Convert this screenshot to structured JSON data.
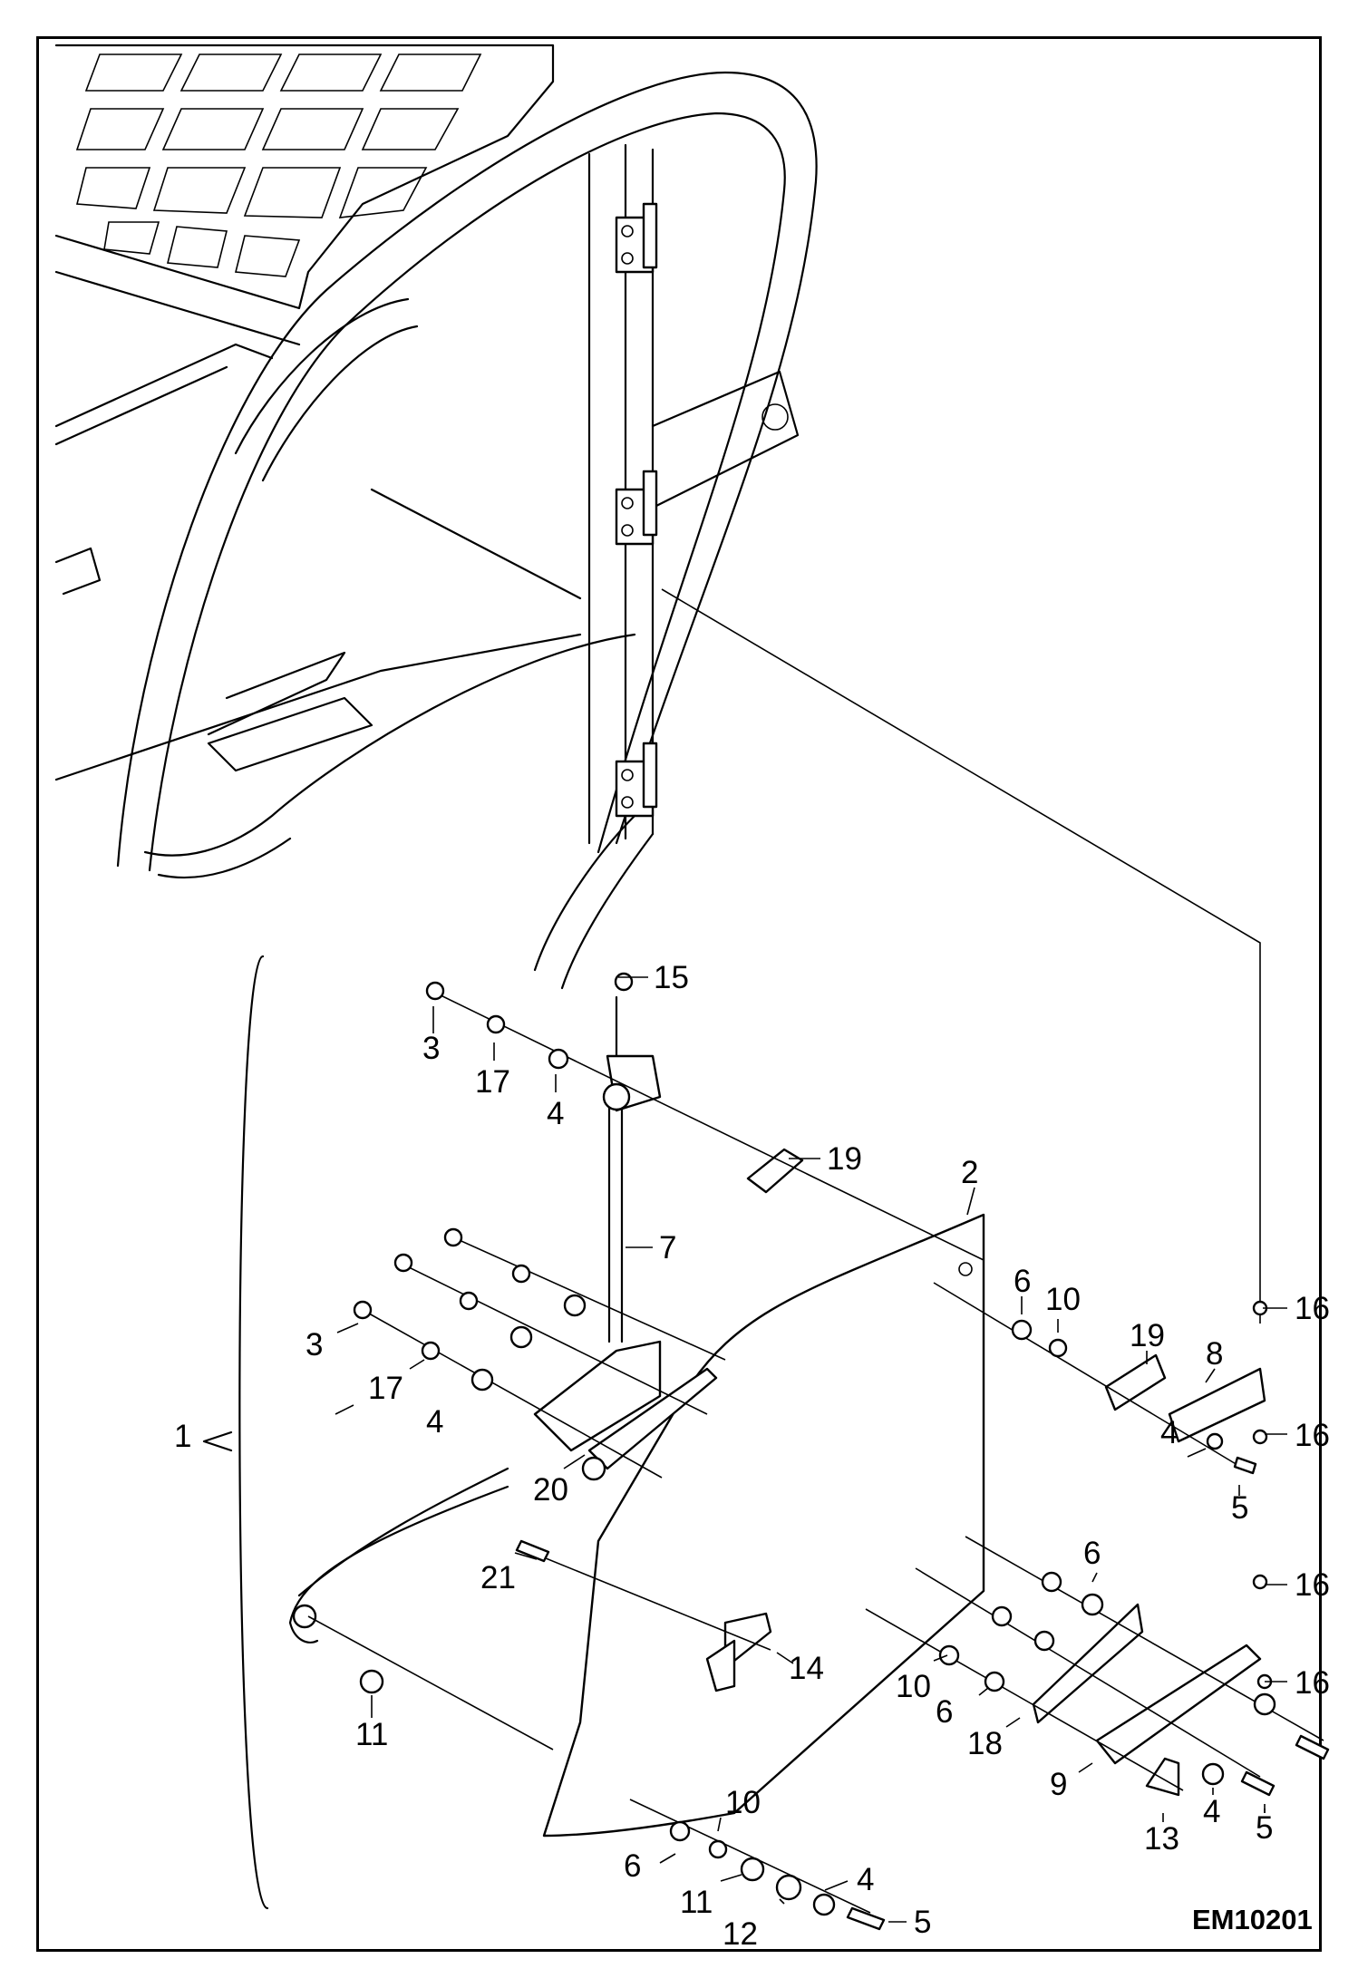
{
  "diagram": {
    "code": "EM10201",
    "callouts": [
      {
        "id": "c1",
        "text": "1"
      },
      {
        "id": "c2",
        "text": "2"
      },
      {
        "id": "c3a",
        "text": "3"
      },
      {
        "id": "c3b",
        "text": "3"
      },
      {
        "id": "c4a",
        "text": "4"
      },
      {
        "id": "c4b",
        "text": "4"
      },
      {
        "id": "c4c",
        "text": "4"
      },
      {
        "id": "c4d",
        "text": "4"
      },
      {
        "id": "c4e",
        "text": "4"
      },
      {
        "id": "c5a",
        "text": "5"
      },
      {
        "id": "c5b",
        "text": "5"
      },
      {
        "id": "c5c",
        "text": "5"
      },
      {
        "id": "c6a",
        "text": "6"
      },
      {
        "id": "c6b",
        "text": "6"
      },
      {
        "id": "c6c",
        "text": "6"
      },
      {
        "id": "c6d",
        "text": "6"
      },
      {
        "id": "c7",
        "text": "7"
      },
      {
        "id": "c8",
        "text": "8"
      },
      {
        "id": "c9",
        "text": "9"
      },
      {
        "id": "c10a",
        "text": "10"
      },
      {
        "id": "c10b",
        "text": "10"
      },
      {
        "id": "c10c",
        "text": "10"
      },
      {
        "id": "c11a",
        "text": "11"
      },
      {
        "id": "c11b",
        "text": "11"
      },
      {
        "id": "c12",
        "text": "12"
      },
      {
        "id": "c13",
        "text": "13"
      },
      {
        "id": "c14",
        "text": "14"
      },
      {
        "id": "c15",
        "text": "15"
      },
      {
        "id": "c16a",
        "text": "16"
      },
      {
        "id": "c16b",
        "text": "16"
      },
      {
        "id": "c16c",
        "text": "16"
      },
      {
        "id": "c16d",
        "text": "16"
      },
      {
        "id": "c17a",
        "text": "17"
      },
      {
        "id": "c17b",
        "text": "17"
      },
      {
        "id": "c18",
        "text": "18"
      },
      {
        "id": "c19a",
        "text": "19"
      },
      {
        "id": "c19b",
        "text": "19"
      },
      {
        "id": "c20",
        "text": "20"
      },
      {
        "id": "c21",
        "text": "21"
      }
    ]
  }
}
